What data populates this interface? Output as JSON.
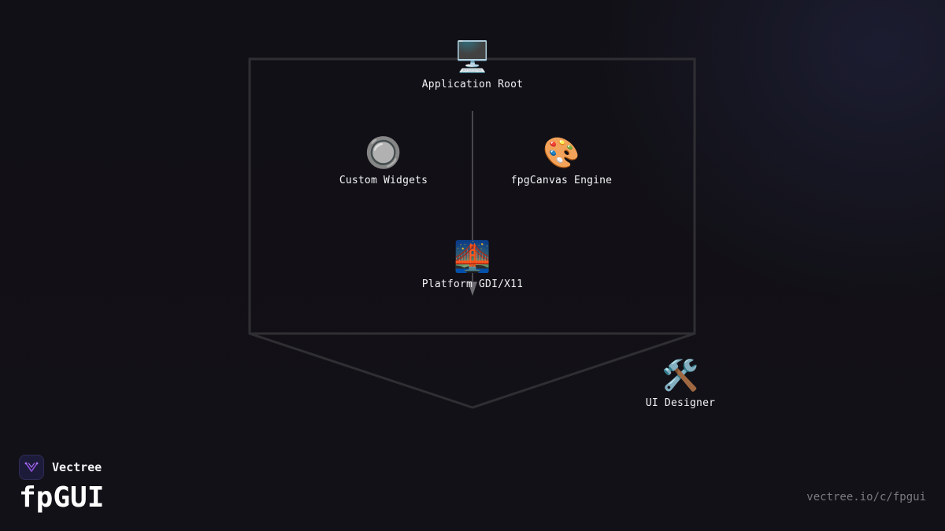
{
  "diagram": {
    "nodes": {
      "root": {
        "icon": "🖥️",
        "icon_name": "desktop-computer-icon",
        "label": "Application Root"
      },
      "widgets": {
        "icon": "🔘",
        "icon_name": "radio-button-icon",
        "label": "Custom Widgets"
      },
      "canvas": {
        "icon": "🎨",
        "icon_name": "artist-palette-icon",
        "label": "fpgCanvas Engine"
      },
      "platform": {
        "icon": "🌉",
        "icon_name": "bridge-at-night-icon",
        "label": "Platform GDI/X11"
      },
      "designer": {
        "icon": "🛠️",
        "icon_name": "hammer-and-wrench-icon",
        "label": "UI Designer"
      }
    }
  },
  "branding": {
    "company": "Vectree",
    "product": "fpGUI",
    "url": "vectree.io/c/fpgui",
    "logo_color": "#8b4fd6"
  }
}
